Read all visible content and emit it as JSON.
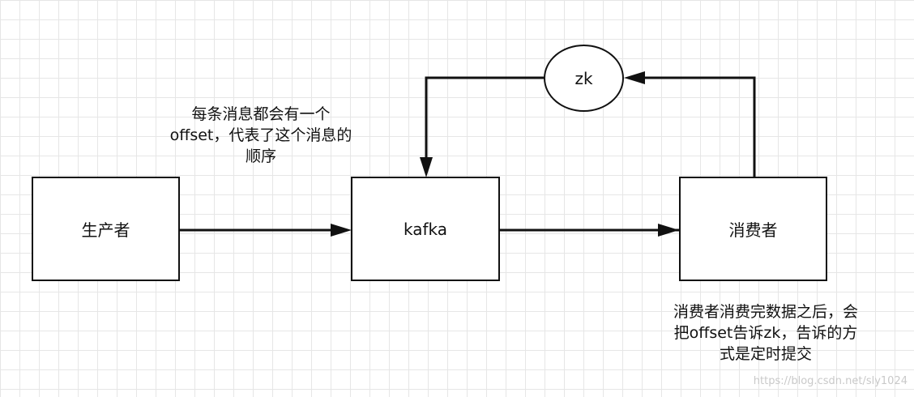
{
  "nodes": {
    "producer": "生产者",
    "kafka": "kafka",
    "consumer": "消费者",
    "zookeeper": "zk"
  },
  "notes": {
    "offset_note": "每条消息都会有一个\noffset，代表了这个消息的\n顺序",
    "commit_note": "消费者消费完数据之后，会\n把offset告诉zk，告诉的方\n式是定时提交"
  },
  "watermark": "https://blog.csdn.net/sly1024",
  "colors": {
    "line": "#111111",
    "grid": "#e6e6e6",
    "background": "#ffffff"
  }
}
